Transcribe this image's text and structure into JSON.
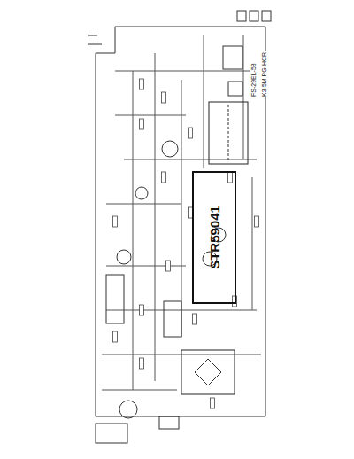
{
  "diagram": {
    "nodes": [
      {
        "text": [
          "STR59041"
        ]
      }
    ],
    "edges": [],
    "labels": [
      "FS-29EL-58",
      "K3-5M PG-HCR"
    ]
  }
}
